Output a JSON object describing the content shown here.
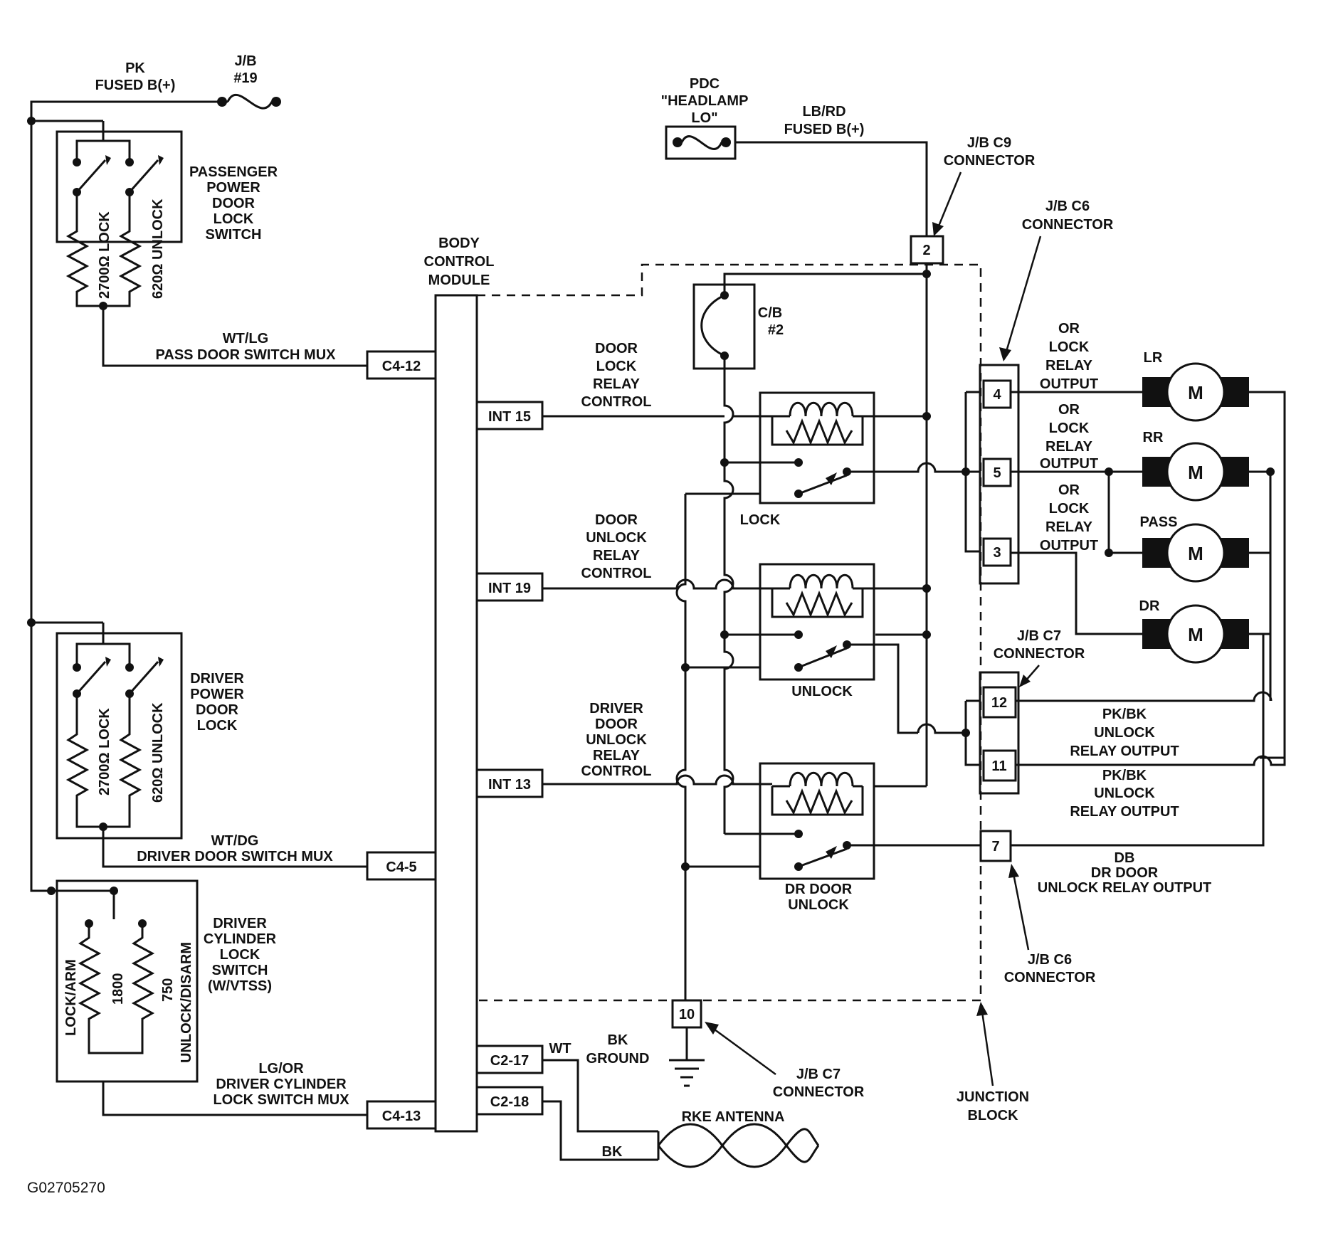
{
  "title_id": "G02705270",
  "fuses": {
    "jb19_top": "J/B",
    "jb19_bot": "#19",
    "pk": "PK",
    "pk_fused": "FUSED B(+)",
    "pdc_1": "PDC",
    "pdc_2": "\"HEADLAMP",
    "pdc_3": "LO\"",
    "lbrd": "LB/RD",
    "lbrd_fused": "FUSED B(+)"
  },
  "switches": {
    "pass_1": "PASSENGER",
    "pass_2": "POWER",
    "pass_3": "DOOR",
    "pass_4": "LOCK",
    "pass_5": "SWITCH",
    "lock_res": "2700Ω LOCK",
    "unlock_res": "620Ω UNLOCK",
    "drv_1": "DRIVER",
    "drv_2": "POWER",
    "drv_3": "DOOR",
    "drv_4": "LOCK",
    "cyl_1": "DRIVER",
    "cyl_2": "CYLINDER",
    "cyl_3": "LOCK",
    "cyl_4": "SWITCH",
    "cyl_5": "(W/VTSS)",
    "lockarm": "LOCK/ARM",
    "r1800": "1800",
    "r750": "750",
    "unlockdisarm": "UNLOCK/DISARM"
  },
  "wires": {
    "wtlg": "WT/LG",
    "pass_mux": "PASS DOOR SWITCH MUX",
    "wtdg": "WT/DG",
    "drv_mux": "DRIVER DOOR SWITCH MUX",
    "lgor": "LG/OR",
    "cyl_mux_1": "DRIVER CYLINDER",
    "cyl_mux_2": "LOCK SWITCH MUX",
    "wt": "WT",
    "bk": "BK",
    "bk_ground_1": "BK",
    "bk_ground_2": "GROUND",
    "rke": "RKE ANTENNA",
    "pkbk_1": "PK/BK",
    "unlock_1": "UNLOCK",
    "relayout_1": "RELAY OUTPUT",
    "pkbk_2": "PK/BK",
    "unlock_2": "UNLOCK",
    "relayout_2": "RELAY OUTPUT",
    "db": "DB",
    "drdoor": "DR DOOR",
    "unlock_relay_output": "UNLOCK RELAY OUTPUT"
  },
  "bcm": {
    "l1": "BODY",
    "l2": "CONTROL",
    "l3": "MODULE",
    "c412": "C4-12",
    "int15": "INT 15",
    "int19": "INT 19",
    "int13": "INT 13",
    "c45": "C4-5",
    "c413": "C4-13",
    "c217": "C2-17",
    "c218": "C2-18"
  },
  "relays": {
    "dl_1": "DOOR",
    "dl_2": "LOCK",
    "dl_3": "RELAY",
    "dl_4": "CONTROL",
    "du_1": "DOOR",
    "du_2": "UNLOCK",
    "du_3": "RELAY",
    "du_4": "CONTROL",
    "ddu_1": "DRIVER",
    "ddu_2": "DOOR",
    "ddu_3": "UNLOCK",
    "ddu_4": "RELAY",
    "ddu_5": "CONTROL",
    "lock": "LOCK",
    "unlock": "UNLOCK",
    "drdoor_1": "DR DOOR",
    "drdoor_2": "UNLOCK",
    "cb_1": "C/B",
    "cb_2": "#2"
  },
  "connectors": {
    "c9_1": "J/B C9",
    "c9_2": "CONNECTOR",
    "c6top_1": "J/B C6",
    "c6top_2": "CONNECTOR",
    "c7mid_1": "J/B C7",
    "c7mid_2": "CONNECTOR",
    "c6bot_1": "J/B C6",
    "c6bot_2": "CONNECTOR",
    "c7bot_1": "J/B C7",
    "c7bot_2": "CONNECTOR",
    "jb_1": "JUNCTION",
    "jb_2": "BLOCK",
    "p2": "2",
    "p4": "4",
    "p5": "5",
    "p3": "3",
    "p12": "12",
    "p11": "11",
    "p7": "7",
    "p10": "10"
  },
  "outputs": {
    "or1_1": "OR",
    "or1_2": "LOCK",
    "or1_3": "RELAY",
    "or1_4": "OUTPUT",
    "or2_1": "OR",
    "or2_2": "LOCK",
    "or2_3": "RELAY",
    "or2_4": "OUTPUT",
    "or3_1": "OR",
    "or3_2": "LOCK",
    "or3_3": "RELAY",
    "or3_4": "OUTPUT"
  },
  "motors": {
    "lr": "LR",
    "rr": "RR",
    "pass": "PASS",
    "dr": "DR",
    "m": "M"
  }
}
